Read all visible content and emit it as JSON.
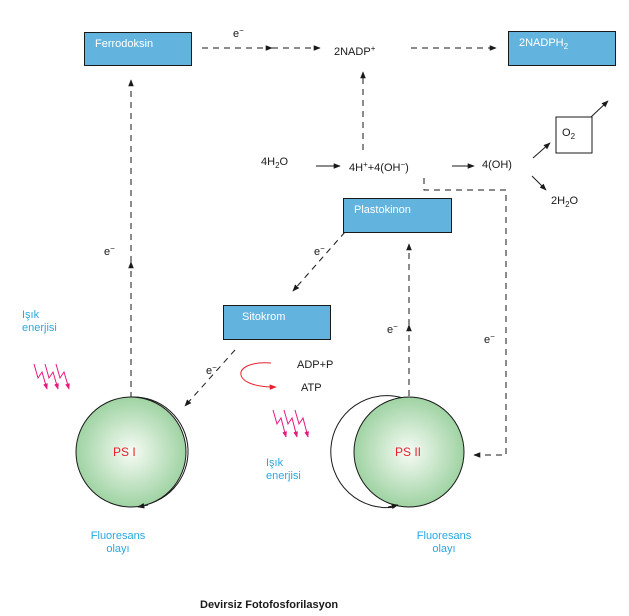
{
  "title": "Devirsiz Fotofosforilasyon",
  "boxes": {
    "ferrodoksin": "Ferrodoksin",
    "nadph2": "2NADPH",
    "nadph2_sub": "2",
    "plastokinon": "Plastokinon",
    "sitokrom": "Sitokrom",
    "o2": "O",
    "o2_sub": "2"
  },
  "labels": {
    "electron": "e",
    "electron_sup": "−",
    "nadp": "2NADP",
    "nadp_sup": "+",
    "water_4": "4H",
    "water_4_sub": "2",
    "water_4_end": "O",
    "ions_a": "4H",
    "ions_sup": "+",
    "ions_b": "+4(OH",
    "ions_sup2": "−",
    "ions_c": ")",
    "hydroxyl": "4(OH)",
    "water_2": "2H",
    "water_2_sub": "2",
    "water_2_end": "O",
    "adp": "ADP+P",
    "atp": "ATP",
    "light_1": "Işık",
    "light_2": "enerjisi",
    "ps1": "PS I",
    "ps2": "PS II",
    "fluor_1": "Fluoresans",
    "fluor_2": "olayı"
  },
  "colors": {
    "box_fill": "#62b4df",
    "photosystem_fill": "#a8d8a8",
    "light_arrow": "#e6197f",
    "label_cyan": "#29a8e0",
    "ps_label": "#e8212e",
    "atp_arrow": "#e8212e"
  }
}
